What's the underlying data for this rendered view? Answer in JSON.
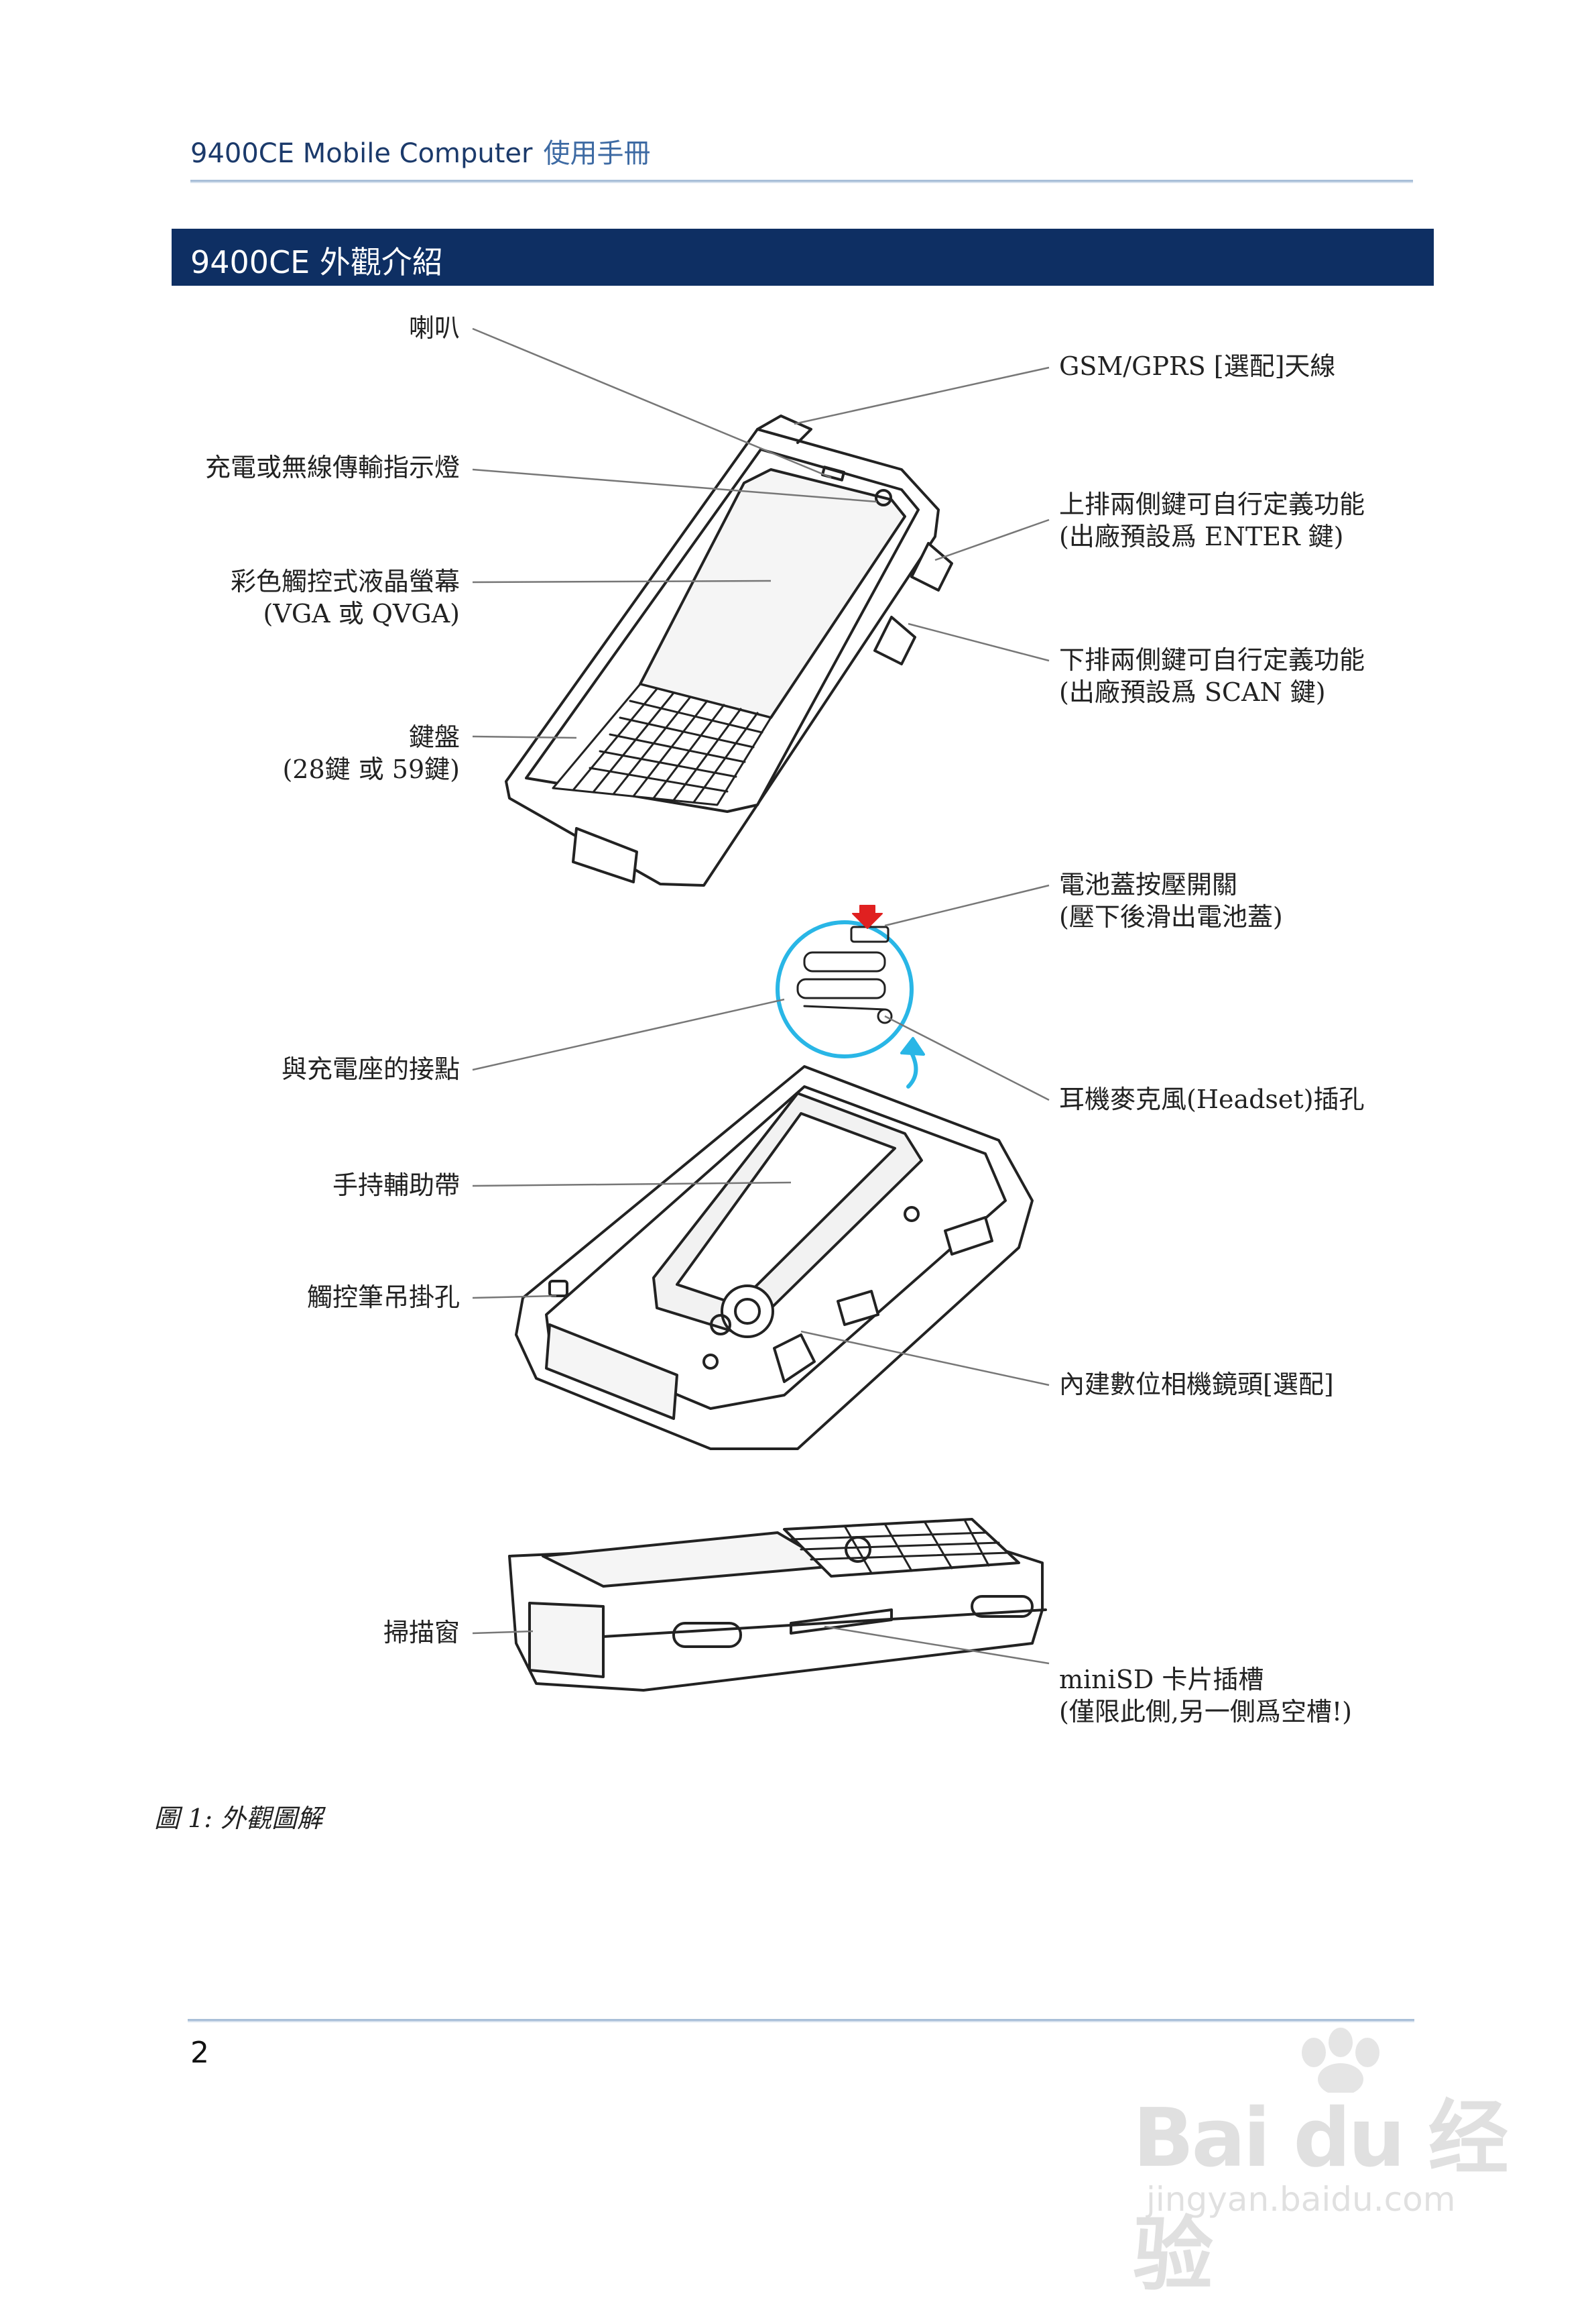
{
  "header": {
    "title": "9400CE Mobile Computer",
    "subtitle": "使用手冊"
  },
  "section": {
    "title": "9400CE 外觀介紹"
  },
  "labels": {
    "speaker": "喇叭",
    "indicator": "充電或無線傳輸指示燈",
    "screen_1": "彩色觸控式液晶螢幕",
    "screen_2": "(VGA 或 QVGA)",
    "keyboard_1": "鍵盤",
    "keyboard_2": "(28鍵 或 59鍵)",
    "antenna": "GSM/GPRS [選配]天線",
    "upper_keys_1": "上排兩側鍵可自行定義功能",
    "upper_keys_2": "(出廠預設爲 ENTER 鍵)",
    "lower_keys_1": "下排兩側鍵可自行定義功能",
    "lower_keys_2": "(出廠預設爲 SCAN 鍵)",
    "battery_1": "電池蓋按壓開關",
    "battery_2": "(壓下後滑出電池蓋)",
    "cradle": "與充電座的接點",
    "headset": "耳機麥克風(Headset)插孔",
    "strap": "手持輔助帶",
    "stylus": "觸控筆吊掛孔",
    "camera": "內建數位相機鏡頭[選配]",
    "scanner": "掃描窗",
    "minisd_1": "miniSD 卡片插槽",
    "minisd_2": "(僅限此側,另一側爲空槽!)"
  },
  "caption": "圖 1: 外觀圖解",
  "page_number": "2",
  "watermark": {
    "brand": "Bai du 经验",
    "url": "jingyan.baidu.com"
  },
  "colors": {
    "title_bar": "#0e2f63",
    "header_text": "#1b3a6b",
    "rule": "#a9bfd8",
    "callout_circle": "#29b6e6",
    "arrow_red": "#e02020"
  }
}
